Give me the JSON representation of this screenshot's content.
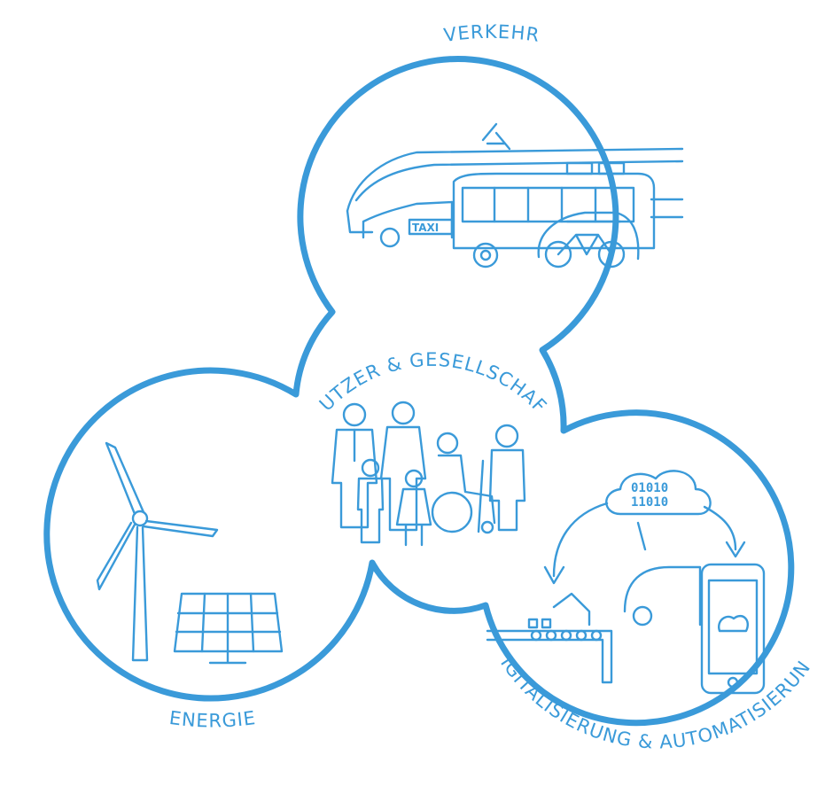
{
  "accent_color": "#3a9ad9",
  "diagram": {
    "verkehr": {
      "label": "VERKEHR",
      "taxi_sign": "TAXI"
    },
    "nutzer": {
      "label": "NUTZER & GESELLSCHAFT"
    },
    "energie": {
      "label": "ENERGIE"
    },
    "digital": {
      "label": "DIGITALISIERUNG & AUTOMATISIERUNG",
      "binary_line_1": "01010",
      "binary_line_2": "11010"
    }
  }
}
